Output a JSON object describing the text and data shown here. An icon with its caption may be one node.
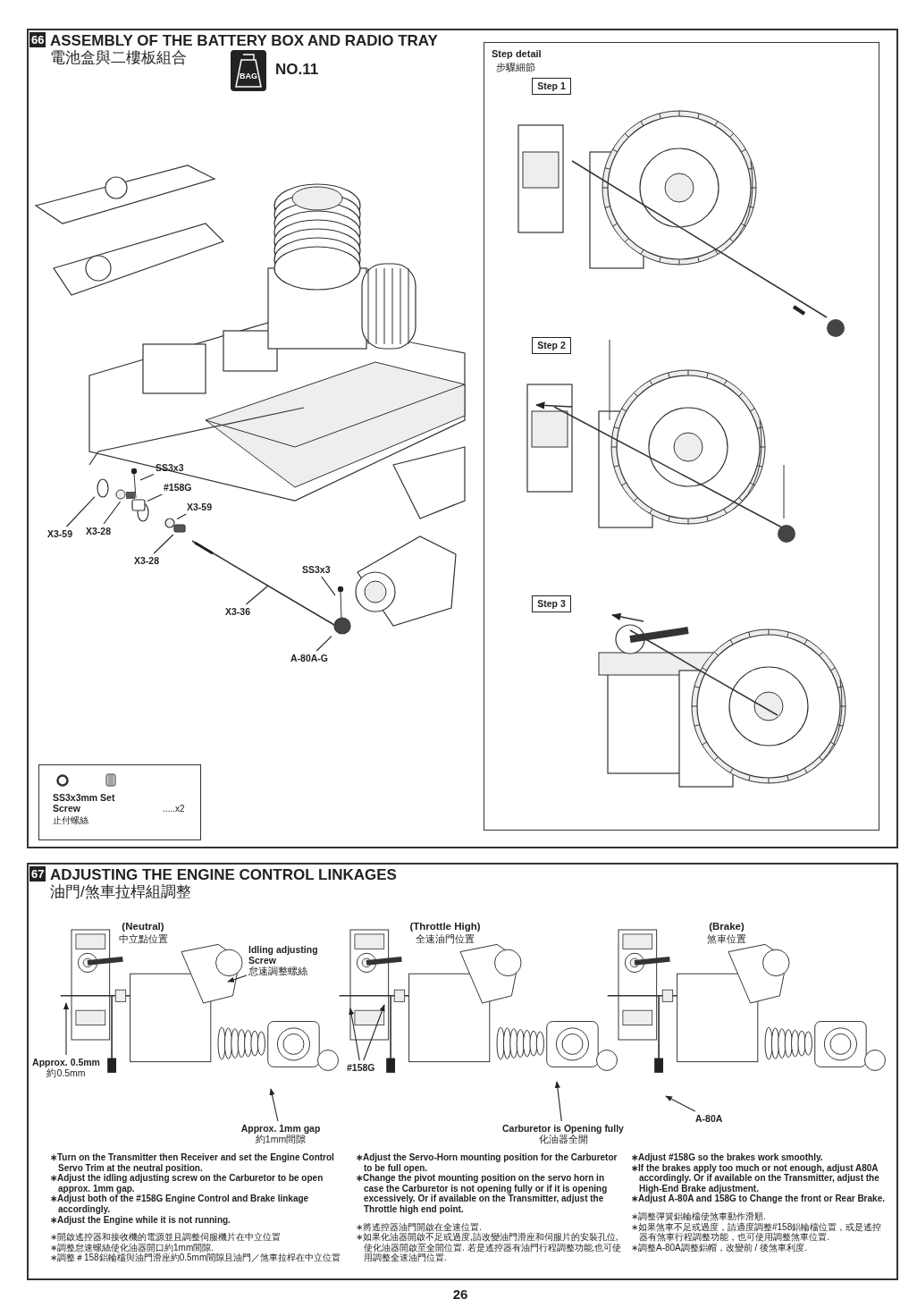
{
  "diagram": {
    "nodes": [
      {
        "text": [
          "66",
          "ASSEMBLY OF THE BATTERY BOX  AND RADIO TRAY",
          "電池盒與二樓板組合"
        ]
      },
      {
        "text": [
          "BAG"
        ],
        "in": 0,
        "beside": [
          "NO.11"
        ]
      },
      {
        "text": [
          "Step detail",
          "步驟細節"
        ],
        "in": 0
      },
      {
        "text": [
          "Step 1"
        ],
        "in": 2
      },
      {
        "text": [
          "Step 2"
        ],
        "in": 2
      },
      {
        "text": [
          "Step 3"
        ],
        "in": 2
      },
      {
        "text": [
          "SS3x3mm Set Screw",
          "止付螺絲",
          ".....x2"
        ],
        "in": 0
      },
      {
        "text": [
          "SS3x3"
        ],
        "in": 0
      },
      {
        "text": [
          "#158G"
        ],
        "in": 0
      },
      {
        "text": [
          "X3-59"
        ],
        "in": 0
      },
      {
        "text": [
          "X3-59"
        ],
        "in": 0
      },
      {
        "text": [
          "X3-28"
        ],
        "in": 0
      },
      {
        "text": [
          "X3-28"
        ],
        "in": 0
      },
      {
        "text": [
          "X3-36"
        ],
        "in": 0
      },
      {
        "text": [
          "SS3x3"
        ],
        "in": 0
      },
      {
        "text": [
          "A-80A-G"
        ],
        "in": 0
      },
      {
        "text": [
          "67",
          "ADJUSTING THE ENGINE CONTROL LINKAGES",
          "油門/煞車拉桿組調整"
        ]
      },
      {
        "text": [
          "Idling adjusting Screw",
          "怠速調整螺絲"
        ],
        "in": 16
      },
      {
        "text": [
          "Approx. 0.5mm",
          "約0.5mm"
        ],
        "in": 16
      },
      {
        "text": [
          "#158G"
        ],
        "in": 16
      },
      {
        "text": [
          "Approx. 1mm gap",
          "約1mm間隙"
        ],
        "in": 16
      },
      {
        "text": [
          "Carburetor is Opening fully",
          "化油器全開"
        ],
        "in": 16
      },
      {
        "text": [
          "A-80A"
        ],
        "in": 16
      },
      {
        "text": [],
        "shape": "picture",
        "in": 0
      },
      {
        "text": [],
        "shape": "box",
        "in": 0
      },
      {
        "text": [],
        "shape": "circle",
        "in": 0
      },
      {
        "text": [],
        "shape": "circle",
        "in": 0
      },
      {
        "text": [],
        "shape": "picture",
        "in": 0
      },
      {
        "text": [],
        "shape": "box",
        "in": 0
      },
      {
        "text": [],
        "shape": "picture",
        "in": 0
      },
      {
        "text": [],
        "shape": "circle",
        "in": 0
      }
    ],
    "edges": [
      {
        "from": 7,
        "to": 23,
        "arrow": "none"
      },
      {
        "from": 8,
        "to": 24,
        "arrow": "none"
      },
      {
        "from": 9,
        "to": 25,
        "arrow": "none"
      },
      {
        "from": 10,
        "to": 26,
        "arrow": "none"
      },
      {
        "from": 11,
        "to": 27,
        "arrow": "none"
      },
      {
        "from": 12,
        "to": 28,
        "arrow": "none"
      },
      {
        "from": 13,
        "to": null,
        "arrow": "none"
      },
      {
        "from": 14,
        "to": 29,
        "arrow": "none"
      },
      {
        "from": 15,
        "to": 30,
        "arrow": "none"
      },
      {
        "from": 17,
        "to": null,
        "arrow": "to"
      },
      {
        "from": 18,
        "to": null,
        "arrow": "to"
      },
      {
        "from": 19,
        "to": null,
        "arrow": "to"
      },
      {
        "from": 19,
        "to": null,
        "arrow": "to"
      },
      {
        "from": 20,
        "to": null,
        "arrow": "to"
      },
      {
        "from": 21,
        "to": null,
        "arrow": "to"
      },
      {
        "from": 22,
        "to": null,
        "arrow": "to"
      }
    ],
    "labels": [
      "(Neutral)",
      "中立點位置",
      "(Throttle High)",
      "全速油門位置",
      "(Brake)",
      "煞車位置",
      "∗Turn on the Transmitter then Receiver and set the Engine Control Servo Trim at the neutral position.",
      "∗Adjust the idling adjusting screw on the Carburetor to be open approx. 1mm gap.",
      "∗Adjust both of the #158G Engine Control and Brake linkage accordingly.",
      "∗Adjust the Engine while it is not running.",
      "∗開啟遙控器和接收機的電源並且調整伺服機片在中立位置",
      "∗調整怠速螺絲使化油器開口約1mm間隙.",
      "∗調整＃158鋁輪檔與油門滑座約0.5mm間隙且油門／煞車拉桿在中立位置",
      "∗Adjust the Servo-Horn mounting position for the Carburetor to be full open.",
      "∗Change the pivot mounting position on the servo horn in case the Carburetor is not opening fully or if it is opening excessively. Or if available on the Transmitter, adjust the Throttle high end point.",
      "∗將遙控器油門開啟在全速位置.",
      "∗如果化油器開啟不足或過度,請改變油門滑座和伺服片的安裝孔位,使化油器開啟至全開位置. 若是遙控器有油門行程調整功能,也可使用調整全速油門位置.",
      "∗Adjust #158G so the brakes work smoothly.",
      "∗If the brakes apply too much or not enough, adjust A80A accordingly. Or if available on the Transmitter, adjust the High-End Brake adjustment.",
      "∗Adjust A-80A and 158G to Change the front or Rear Brake.",
      "∗調整彈簧鋁輪檔使煞車動作滑順.",
      "∗如果煞車不足或過度，請適度調整#158鋁輪檔位置，或是遙控器有煞車行程調整功能，也可使用調整煞車位置.",
      "∗調整A-80A調整鋁帽，改變前 / 後煞車利度.",
      "26"
    ]
  }
}
